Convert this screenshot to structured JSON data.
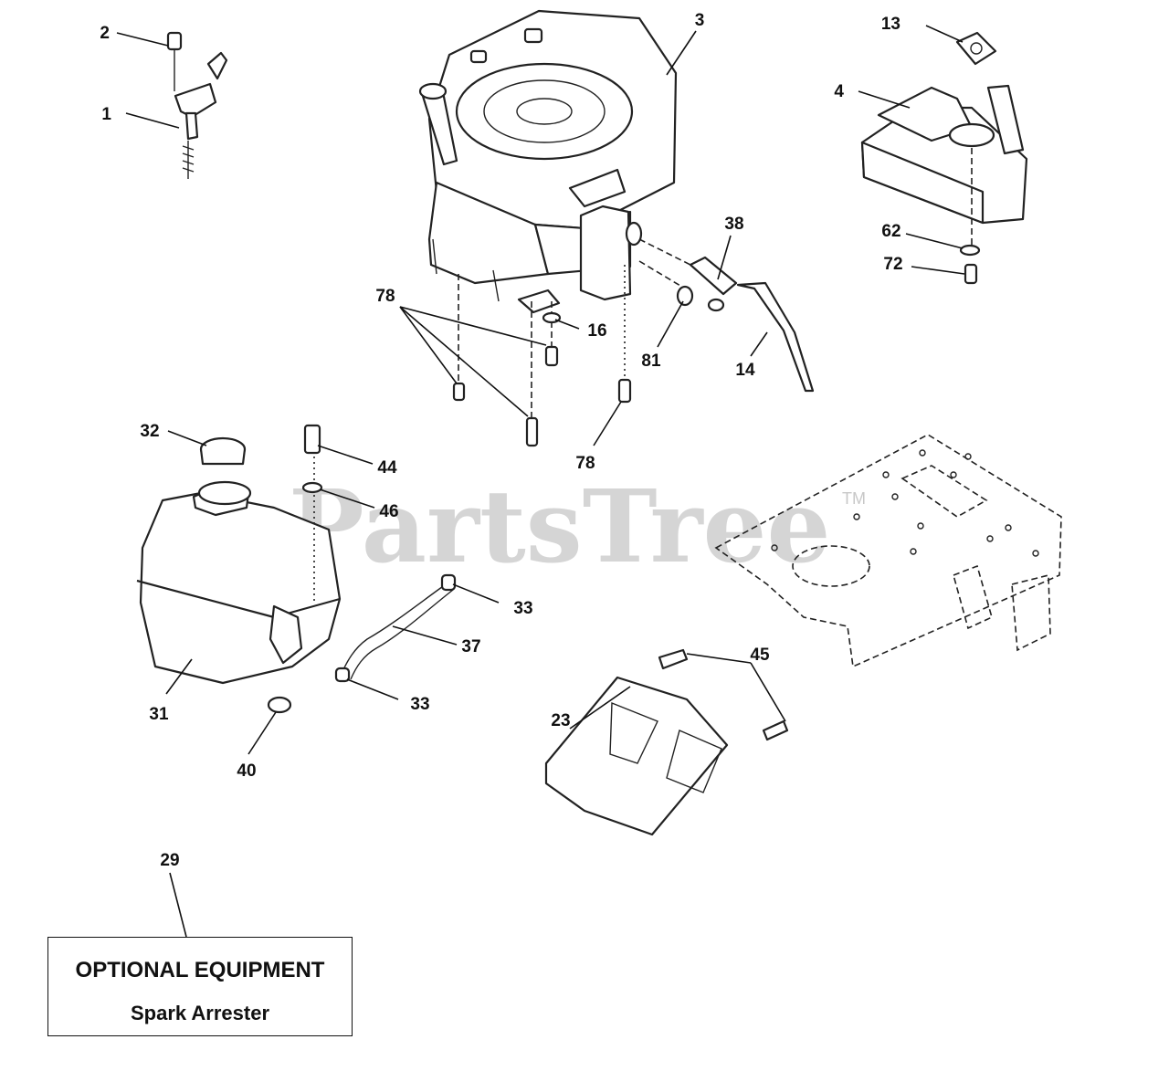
{
  "watermark": {
    "text": "PartsTree",
    "mark": "TM"
  },
  "callouts": [
    "1",
    "2",
    "3",
    "4",
    "13",
    "14",
    "16",
    "23",
    "29",
    "31",
    "32",
    "33",
    "33",
    "37",
    "38",
    "40",
    "44",
    "45",
    "46",
    "62",
    "72",
    "78",
    "78",
    "81"
  ],
  "optional_box": {
    "title": "OPTIONAL EQUIPMENT",
    "subtitle": "Spark Arrester"
  },
  "colors": {
    "line": "#111111",
    "watermark": "#c8c8c8",
    "background": "#ffffff"
  }
}
